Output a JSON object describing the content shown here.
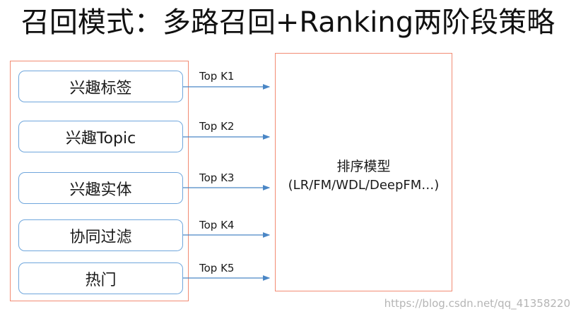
{
  "title": "召回模式：多路召回+Ranking两阶段策略",
  "recall_channels": [
    {
      "label": "兴趣标签",
      "arrow_label": "Top K1"
    },
    {
      "label": "兴趣Topic",
      "arrow_label": "Top K2"
    },
    {
      "label": "兴趣实体",
      "arrow_label": "Top K3"
    },
    {
      "label": "协同过滤",
      "arrow_label": "Top K4"
    },
    {
      "label": "热门",
      "arrow_label": "Top K5"
    }
  ],
  "ranking": {
    "title": "排序模型",
    "subtitle": "(LR/FM/WDL/DeepFM…)"
  },
  "watermark": "https://blog.csdn.net/qq_41358220",
  "colors": {
    "panel_border": "#f28b73",
    "box_border": "#6fa6dc",
    "arrow": "#4a86c5"
  }
}
